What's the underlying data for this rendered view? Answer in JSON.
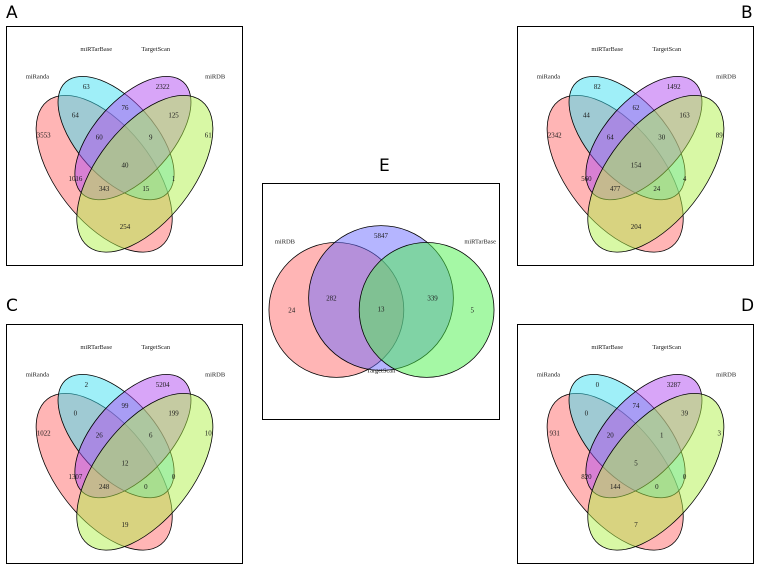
{
  "panels": {
    "A": {
      "letter": "A",
      "labels": [
        "miRanda",
        "miRTarBase",
        "TargetScan",
        "miRDB"
      ],
      "regions": {
        "only_miRanda": "3553",
        "only_miRTarBase": "63",
        "only_TargetScan": "2322",
        "only_miRDB": "61",
        "miRanda_miRTarBase": "64",
        "miRTarBase_TargetScan": "76",
        "TargetScan_miRDB": "125",
        "miRanda_TargetScan": "1016",
        "miRTarBase_miRDB": "1",
        "miRanda_miRDB": "254",
        "miRanda_miRTarBase_TargetScan": "60",
        "miRTarBase_TargetScan_miRDB": "9",
        "miRanda_TargetScan_miRDB": "343",
        "miRanda_miRTarBase_miRDB": "15",
        "all": "40"
      }
    },
    "B": {
      "letter": "B",
      "labels": [
        "miRanda",
        "miRTarBase",
        "TargetScan",
        "miRDB"
      ],
      "regions": {
        "only_miRanda": "2342",
        "only_miRTarBase": "82",
        "only_TargetScan": "1492",
        "only_miRDB": "89",
        "miRanda_miRTarBase": "44",
        "miRTarBase_TargetScan": "62",
        "TargetScan_miRDB": "163",
        "miRanda_TargetScan": "560",
        "miRTarBase_miRDB": "4",
        "miRanda_miRDB": "204",
        "miRanda_miRTarBase_TargetScan": "64",
        "miRTarBase_TargetScan_miRDB": "30",
        "miRanda_TargetScan_miRDB": "477",
        "miRanda_miRTarBase_miRDB": "24",
        "all": "154"
      }
    },
    "C": {
      "letter": "C",
      "labels": [
        "miRanda",
        "miRTarBase",
        "TargetScan",
        "miRDB"
      ],
      "regions": {
        "only_miRanda": "1022",
        "only_miRTarBase": "2",
        "only_TargetScan": "5204",
        "only_miRDB": "10",
        "miRanda_miRTarBase": "0",
        "miRTarBase_TargetScan": "99",
        "TargetScan_miRDB": "199",
        "miRanda_TargetScan": "1307",
        "miRTarBase_miRDB": "0",
        "miRanda_miRDB": "19",
        "miRanda_miRTarBase_TargetScan": "26",
        "miRTarBase_TargetScan_miRDB": "6",
        "miRanda_TargetScan_miRDB": "248",
        "miRanda_miRTarBase_miRDB": "0",
        "all": "12"
      }
    },
    "D": {
      "letter": "D",
      "labels": [
        "miRanda",
        "miRTarBase",
        "TargetScan",
        "miRDB"
      ],
      "regions": {
        "only_miRanda": "931",
        "only_miRTarBase": "0",
        "only_TargetScan": "3287",
        "only_miRDB": "3",
        "miRanda_miRTarBase": "0",
        "miRTarBase_TargetScan": "74",
        "TargetScan_miRDB": "39",
        "miRanda_TargetScan": "820",
        "miRTarBase_miRDB": "0",
        "miRanda_miRDB": "7",
        "miRanda_miRTarBase_TargetScan": "20",
        "miRTarBase_TargetScan_miRDB": "1",
        "miRanda_TargetScan_miRDB": "144",
        "miRanda_miRTarBase_miRDB": "0",
        "all": "5"
      }
    },
    "E": {
      "letter": "E",
      "labels": [
        "miRDB",
        "TargetScan",
        "miRTarBase"
      ],
      "regions": {
        "only_miRDB": "24",
        "only_TargetScan": "5847",
        "only_miRTarBase": "5",
        "miRDB_TargetScan": "282",
        "TargetScan_miRTarBase": "339",
        "all": "13"
      }
    }
  },
  "colors": {
    "miRanda": "#ff6b6b",
    "miRTarBase": "#3fe0f2",
    "TargetScan": "#b24cf2",
    "miRDB": "#b2f24c",
    "E_miRDB": "#ff6b6b",
    "E_TargetScan": "#6b6bff",
    "E_miRTarBase": "#4cf24c"
  }
}
